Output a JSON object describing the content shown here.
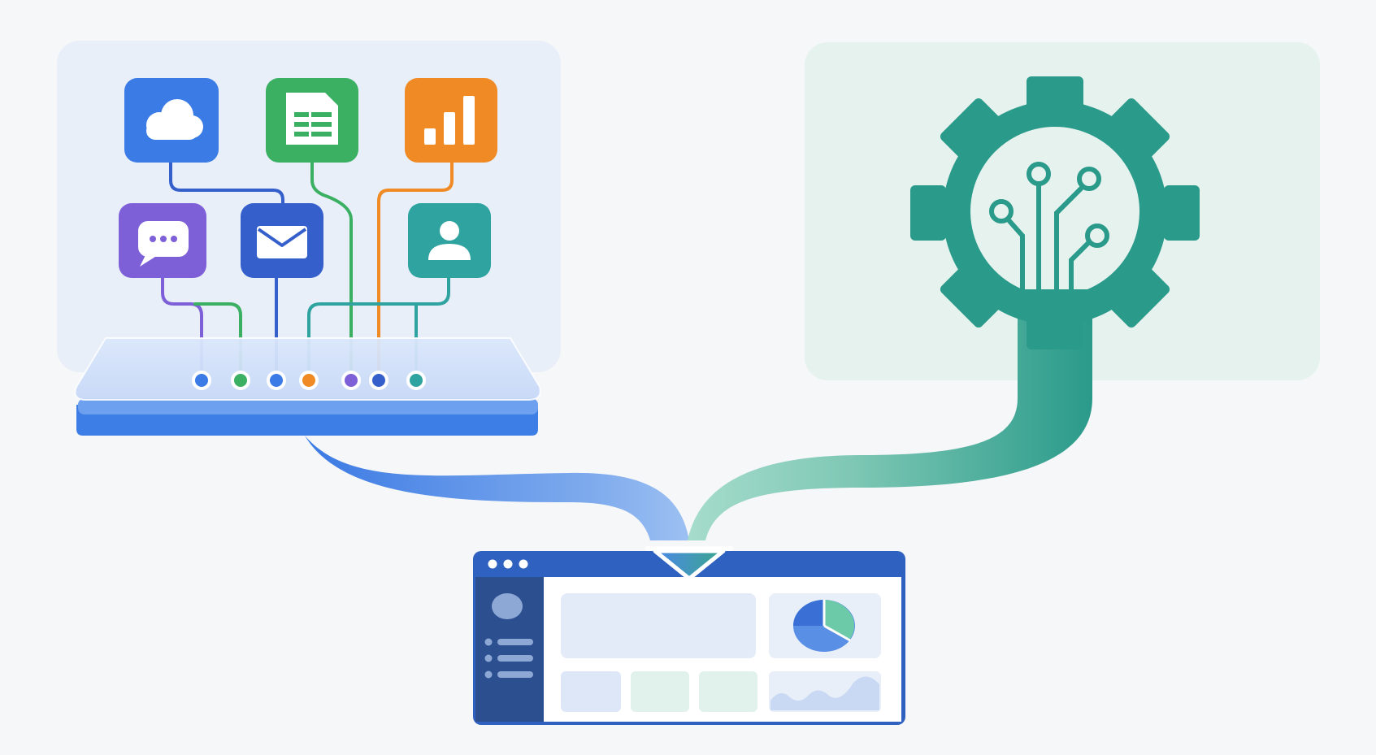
{
  "colors": {
    "background": "#f6f7f9",
    "blue": "#3a7be6",
    "green": "#3bb063",
    "orange": "#f08a24",
    "purple": "#7d5fd8",
    "navy_blue": "#3560cc",
    "teal": "#2ea3a0",
    "gear_teal": "#2a9a8a",
    "panel_blue": "#e8eff9",
    "panel_green": "#e6f2ee",
    "hub_blue": "#4a88ea",
    "dashboard_header": "#2f62c0",
    "dashboard_sidebar": "#2c4f8f"
  },
  "sources": [
    {
      "id": "cloud",
      "icon": "cloud-icon",
      "color": "#3a7be6"
    },
    {
      "id": "spreadsheet",
      "icon": "spreadsheet-icon",
      "color": "#3bb063"
    },
    {
      "id": "analytics",
      "icon": "bar-chart-icon",
      "color": "#f08a24"
    },
    {
      "id": "chat",
      "icon": "chat-icon",
      "color": "#7d5fd8"
    },
    {
      "id": "email",
      "icon": "envelope-icon",
      "color": "#3560cc"
    },
    {
      "id": "contact",
      "icon": "user-icon",
      "color": "#2ea3a0"
    }
  ],
  "hub": {
    "ports": [
      "#3a7be6",
      "#3bb063",
      "#3a7be6",
      "#f08a24",
      "#7d5fd8",
      "#3560cc",
      "#2ea3a0"
    ]
  },
  "processor": {
    "icon": "gear-circuit-icon"
  },
  "dashboard": {
    "window_controls": 3,
    "sidebar_items": 3,
    "pie_chart_icon": "pie-chart-icon",
    "area_chart_icon": "area-chart-icon"
  }
}
